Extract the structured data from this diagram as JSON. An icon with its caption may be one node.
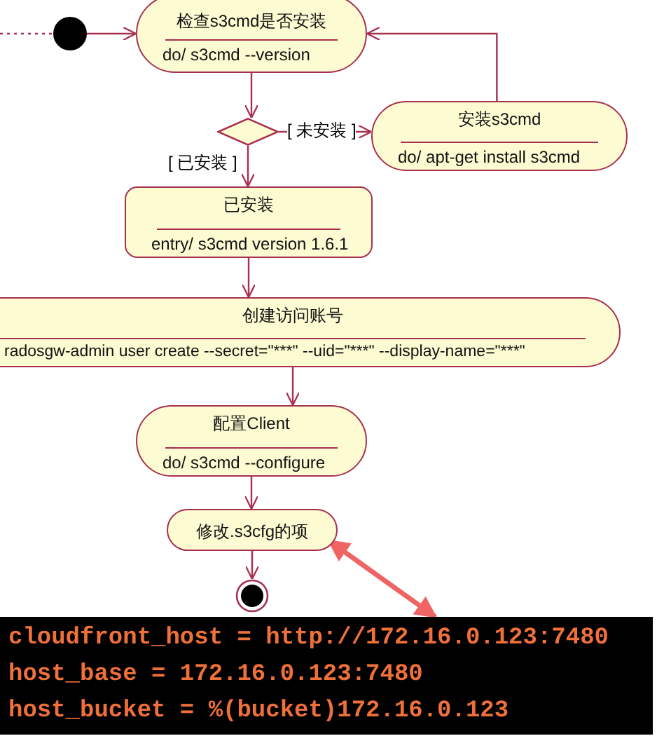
{
  "diagram": {
    "nodes": [
      {
        "text": [],
        "shape": "circle"
      },
      {
        "text": [
          "检查s3cmd是否安装",
          "do/ s3cmd --version"
        ]
      },
      {
        "text": [],
        "shape": "diamond"
      },
      {
        "text": [
          "安装s3cmd",
          "do/ apt-get install s3cmd"
        ]
      },
      {
        "text": [
          "已安装",
          "entry/ s3cmd version 1.6.1"
        ]
      },
      {
        "text": [
          "创建访问账号",
          "radosgw-admin user create --secret=\"***\" --uid=\"***\" --display-name=\"***\""
        ]
      },
      {
        "text": [
          "配置Client",
          "do/ s3cmd --configure"
        ]
      },
      {
        "text": [
          "修改.s3cfg的项"
        ]
      },
      {
        "text": [],
        "shape": "circle"
      },
      {
        "text": [
          "cloudfront_host = http://172.16.0.123:7480",
          "host_base = 172.16.0.123:7480",
          "host_bucket = %(bucket)172.16.0.123"
        ]
      }
    ],
    "edges": [
      {
        "from": null,
        "to": 0,
        "arrow": "none",
        "style": "dashed"
      },
      {
        "from": 0,
        "to": 1,
        "arrow": "to"
      },
      {
        "from": 1,
        "to": 2,
        "arrow": "to"
      },
      {
        "from": 2,
        "to": 3,
        "arrow": "to",
        "label": "[ 未安装 ]"
      },
      {
        "from": 3,
        "to": 1,
        "arrow": "to"
      },
      {
        "from": 2,
        "to": 4,
        "arrow": "to",
        "label": "[ 已安装 ]"
      },
      {
        "from": 4,
        "to": 5,
        "arrow": "to"
      },
      {
        "from": 5,
        "to": 6,
        "arrow": "to"
      },
      {
        "from": 6,
        "to": 7,
        "arrow": "to"
      },
      {
        "from": 7,
        "to": 8,
        "arrow": "to"
      },
      {
        "from": 7,
        "to": 9,
        "arrow": "both",
        "style": "thick",
        "color": "#f06464"
      }
    ]
  }
}
